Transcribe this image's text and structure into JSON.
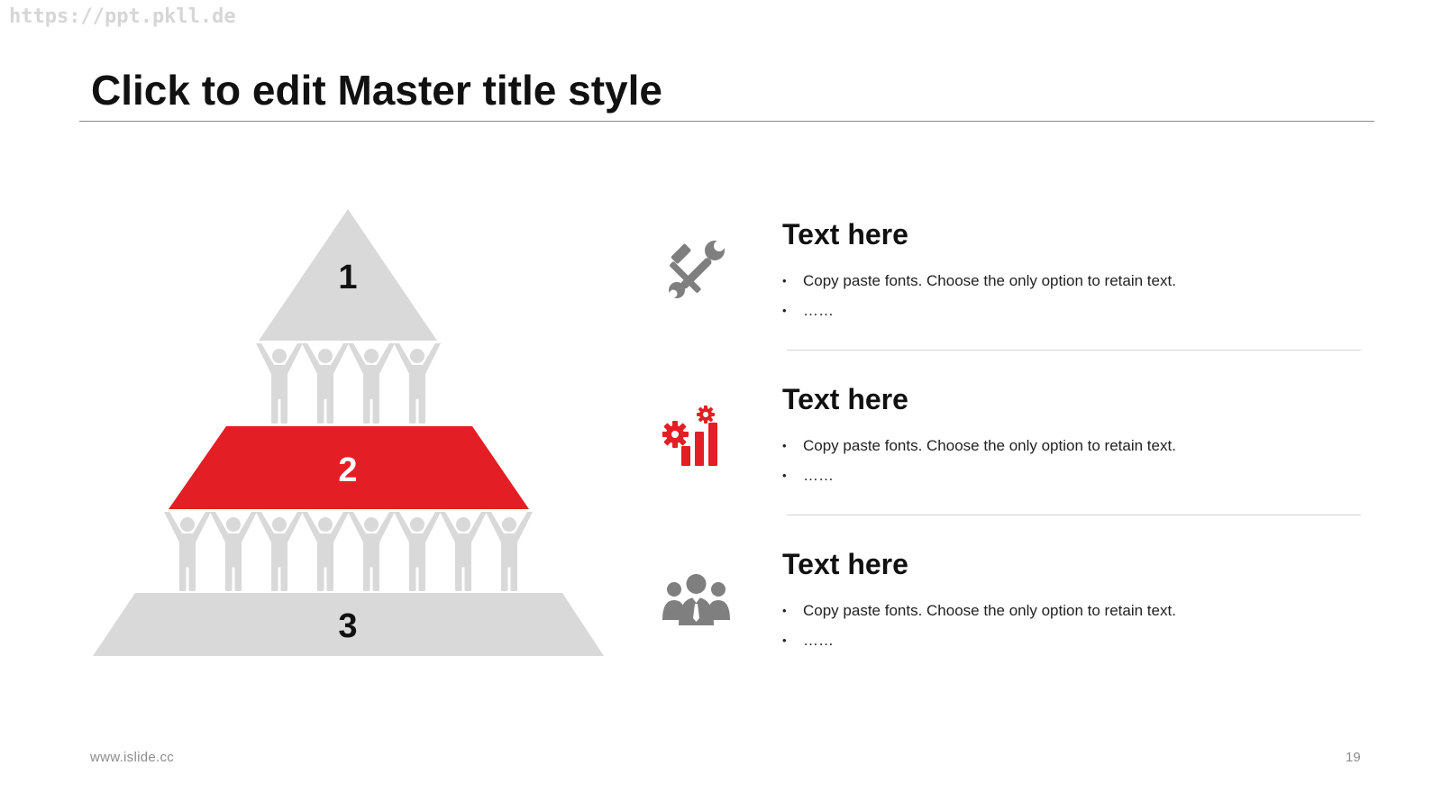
{
  "watermark": "https://ppt.pkll.de",
  "slide": {
    "title": "Click to edit Master title style",
    "footer_url": "www.islide.cc",
    "page_number": "19"
  },
  "colors": {
    "accent": "#e31e24",
    "gray_shape": "#d9d9d9",
    "icon_gray": "#7f7f7f",
    "text": "#111111"
  },
  "pyramid": {
    "levels": [
      {
        "label": "1",
        "highlighted": false
      },
      {
        "label": "2",
        "highlighted": true
      },
      {
        "label": "3",
        "highlighted": false
      }
    ],
    "supporters": [
      4,
      8
    ]
  },
  "items": [
    {
      "icon": "tools-icon",
      "heading": "Text here",
      "bullets": [
        "Copy paste fonts. Choose the only option to retain text.",
        "……"
      ]
    },
    {
      "icon": "gear-chart-icon",
      "heading": "Text here",
      "bullets": [
        "Copy paste fonts. Choose the only option to retain text.",
        "……"
      ]
    },
    {
      "icon": "team-icon",
      "heading": "Text here",
      "bullets": [
        "Copy paste fonts. Choose the only option to retain text.",
        "……"
      ]
    }
  ]
}
